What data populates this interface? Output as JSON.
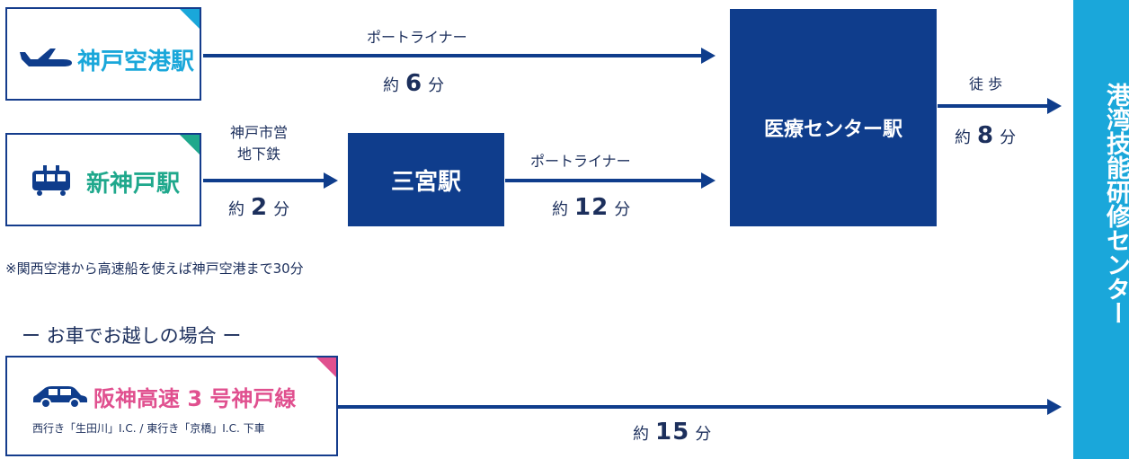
{
  "sidebar": {
    "title": "港湾技能研修センター"
  },
  "stations": {
    "kobe_airport": "神戸空港駅",
    "shin_kobe": "新神戸駅",
    "sannomiya": "三宮駅",
    "medical_center": "医療センター駅"
  },
  "routes": {
    "airport_line": {
      "name": "ポートライナー",
      "prefix": "約",
      "minutes": "6",
      "unit": "分"
    },
    "subway": {
      "name_line1": "神戸市営",
      "name_line2": "地下鉄",
      "prefix": "約",
      "minutes": "2",
      "unit": "分"
    },
    "sannomiya_line": {
      "name": "ポートライナー",
      "prefix": "約",
      "minutes": "12",
      "unit": "分"
    },
    "walk": {
      "name": "徒 歩",
      "prefix": "約",
      "minutes": "8",
      "unit": "分"
    },
    "car": {
      "prefix": "約",
      "minutes": "15",
      "unit": "分"
    }
  },
  "note": "※関西空港から高速船を使えば神戸空港まで30分",
  "car_section": {
    "heading": "ー お車でお越しの場合 ー",
    "highway": "阪神高速 3 号神戸線",
    "exit_note": "西行き「生田川」I.C. / 東行き「京橋」I.C. 下車"
  },
  "icons": {
    "airport": "airplane-icon",
    "shin_kobe": "train-icon",
    "car": "car-icon"
  },
  "colors": {
    "navy": "#0f3d8c",
    "sidebar": "#1aa7da",
    "airport_corner": "#1aa7da",
    "shin_kobe_corner": "#1fa88c",
    "car_corner": "#e0508f",
    "shin_kobe_text": "#1fa88c",
    "car_text": "#e0508f",
    "airport_text": "#1aa7da"
  }
}
